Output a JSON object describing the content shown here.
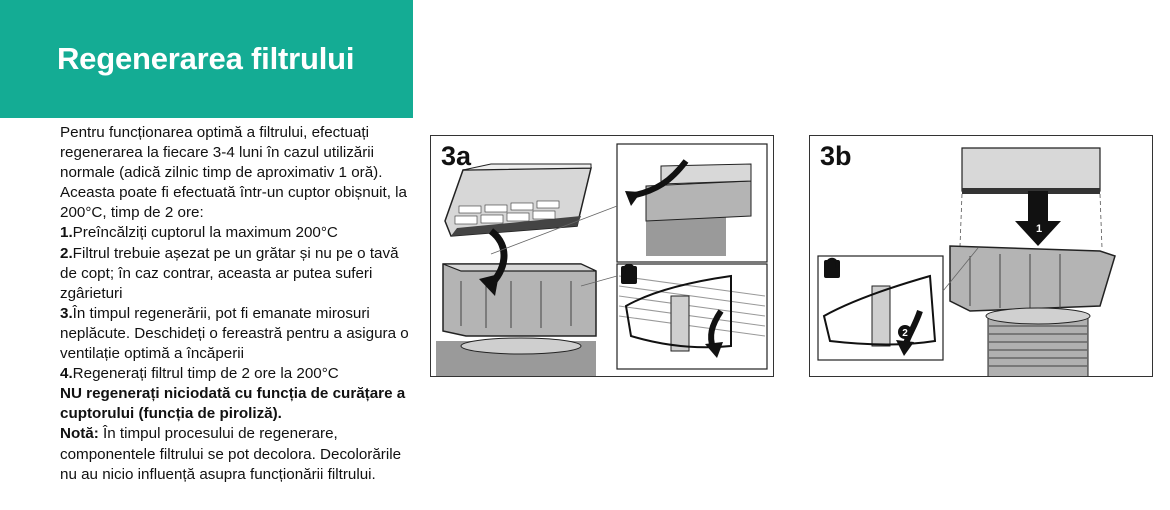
{
  "header": {
    "title": "Regenerarea filtrului"
  },
  "intro": "Pentru funcționarea optimă a filtrului, efectuați regenerarea la fiecare 3-4 luni în cazul utilizării normale (adică zilnic timp de aproximativ 1 oră). Aceasta poate fi efectuată într-un cuptor obișnuit, la 200°C, timp de 2 ore:",
  "steps": [
    {
      "num": "1.",
      "text": "Preîncălziți cuptorul la maximum 200°C"
    },
    {
      "num": "2.",
      "text": "Filtrul trebuie așezat pe un grătar și nu pe o tavă de copt; în caz contrar, aceasta ar putea suferi zgârieturi"
    },
    {
      "num": "3.",
      "text": "În timpul regenerării, pot fi emanate mirosuri neplăcute. Deschideți o fereastră pentru a asigura o ventilație optimă a încăperii"
    },
    {
      "num": "4.",
      "text": "Regenerați filtrul timp de 2 ore la 200°C"
    }
  ],
  "warning": "NU regenerați niciodată cu funcția de curățare a cuptorului (funcția de piroliză).",
  "note": {
    "label": "Notă:",
    "text": "În timpul procesului de regenerare, componentele filtrului se pot decolora. Decolorările nu au nicio influență asupra funcționării filtrului."
  },
  "figures": {
    "a": {
      "label": "3a"
    },
    "b": {
      "label": "3b",
      "arrow1": "1",
      "arrow2": "2"
    }
  },
  "colors": {
    "accent": "#14ac94"
  }
}
